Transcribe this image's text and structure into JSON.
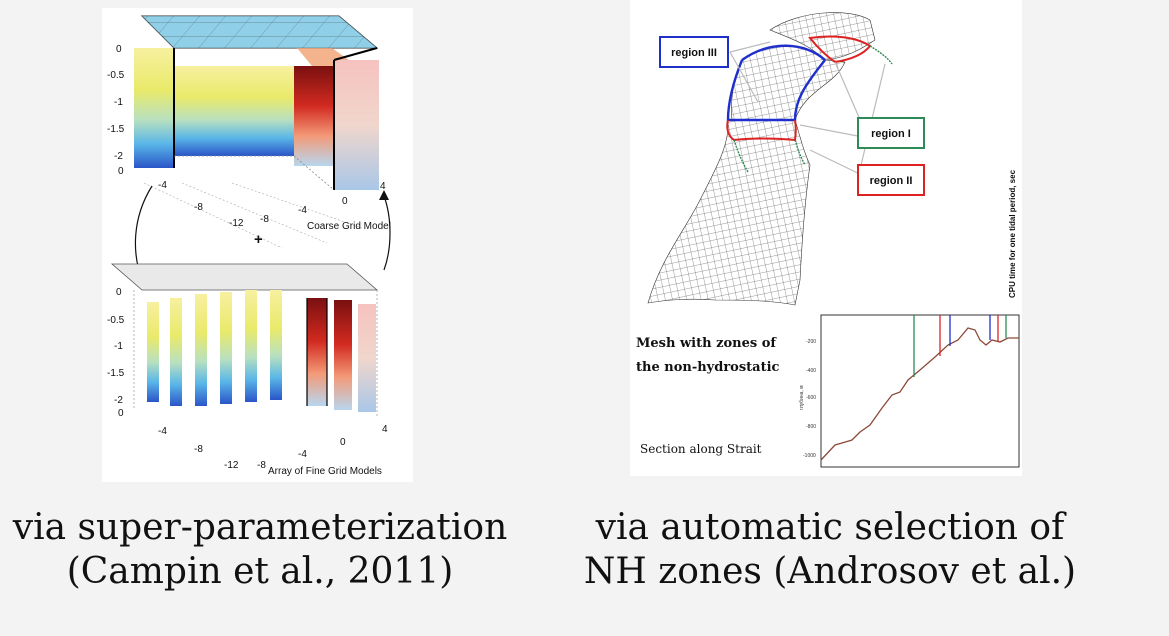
{
  "left_figure": {
    "coarse": {
      "z_ticks": [
        "0",
        "-0.5",
        "-1",
        "-1.5",
        "-2",
        "0"
      ],
      "axis_ticks": [
        "-4",
        "-8",
        "-12",
        "-8",
        "-4",
        "0",
        "4"
      ],
      "label": "Coarse Grid Model"
    },
    "plus": "+",
    "fine": {
      "z_ticks": [
        "0",
        "-0.5",
        "-1",
        "-1.5",
        "-2",
        "0"
      ],
      "axis_ticks": [
        "-4",
        "-8",
        "-12",
        "-8",
        "-4",
        "0",
        "4"
      ],
      "label": "Array of Fine Grid Models"
    }
  },
  "right_figure": {
    "regions": {
      "region3": "region III",
      "region1": "region I",
      "region2": "region II"
    },
    "colors": {
      "region1": "#2e8b57",
      "region2": "#dd2222",
      "region3": "#1f2fcc"
    },
    "mesh_caption_line1": "Mesh with zones of",
    "mesh_caption_line2": "the non-hydrostatic",
    "section_caption": "Section along Strait",
    "cpu_label": "CPU time for one tidal period, sec",
    "depth_label": "глубина, м"
  },
  "captions": {
    "left_line1": "via super-parameterization",
    "left_line2": "(Campin et al., 2011)",
    "right_line1": "via automatic selection of",
    "right_line2": "NH zones (Androsov et al.)"
  }
}
